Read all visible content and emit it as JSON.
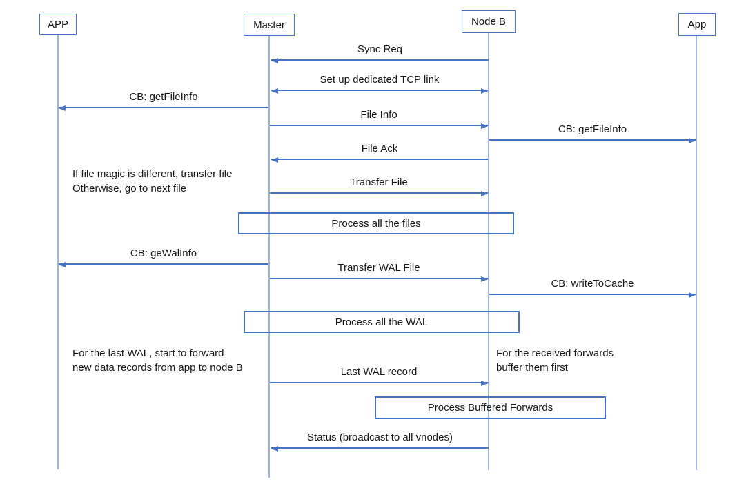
{
  "diagram": {
    "type": "sequence-diagram",
    "colors": {
      "accent": "#4472C4",
      "lifeline": "#9DB4E0",
      "text": "#161616"
    },
    "actors": [
      {
        "label": "APP"
      },
      {
        "label": "Master"
      },
      {
        "label": "Node B"
      },
      {
        "label": "App"
      }
    ],
    "messages": [
      {
        "label": "Sync Req",
        "from": "Node B",
        "to": "Master",
        "direction": "left"
      },
      {
        "label": "Set up dedicated TCP link",
        "from": "Master",
        "to": "Node B",
        "direction": "both"
      },
      {
        "label": "CB: getFileInfo",
        "from": "Master",
        "to": "APP",
        "direction": "left"
      },
      {
        "label": "File Info",
        "from": "Master",
        "to": "Node B",
        "direction": "right"
      },
      {
        "label": "CB: getFileInfo",
        "from": "Node B",
        "to": "App",
        "direction": "right"
      },
      {
        "label": "File Ack",
        "from": "Node B",
        "to": "Master",
        "direction": "left"
      },
      {
        "label": "Transfer File",
        "from": "Master",
        "to": "Node B",
        "direction": "right"
      },
      {
        "label": "CB: geWalInfo",
        "from": "Master",
        "to": "APP",
        "direction": "left"
      },
      {
        "label": "Transfer WAL File",
        "from": "Master",
        "to": "Node B",
        "direction": "right"
      },
      {
        "label": "CB: writeToCache",
        "from": "Node B",
        "to": "App",
        "direction": "right"
      },
      {
        "label": "Last WAL record",
        "from": "Master",
        "to": "Node B",
        "direction": "right"
      },
      {
        "label": "Status (broadcast to all vnodes)",
        "from": "Node B",
        "to": "Master",
        "direction": "left"
      }
    ],
    "process_boxes": [
      {
        "label": "Process all the files"
      },
      {
        "label": "Process all the WAL"
      },
      {
        "label": "Process Buffered Forwards"
      }
    ],
    "notes": [
      {
        "line1": "If file magic is different, transfer file",
        "line2": "Otherwise, go to next file"
      },
      {
        "line1": "For the last WAL, start to forward",
        "line2": "new data records from app to node B"
      },
      {
        "line1": "For the received forwards",
        "line2": "buffer them first"
      }
    ]
  }
}
